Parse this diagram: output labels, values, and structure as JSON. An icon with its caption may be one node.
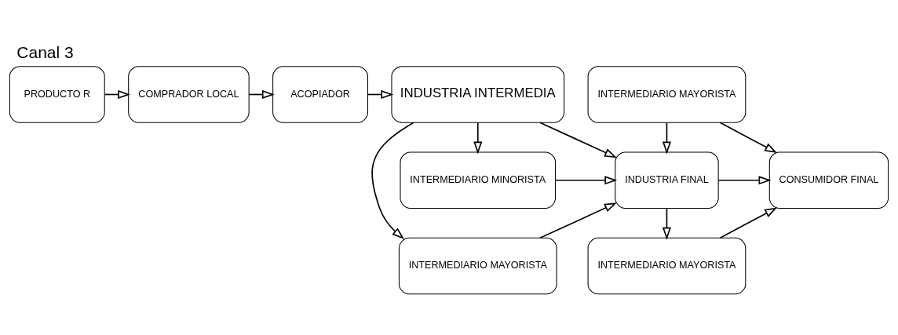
{
  "diagram": {
    "title": "Canal 3",
    "nodes": [
      {
        "text": [
          "INTERMEDIARIO MAYORISTA"
        ]
      },
      {
        "text": [
          "INTERMEDIARIO MAYORISTA"
        ]
      },
      {
        "text": [
          "PRODUCTO R"
        ]
      },
      {
        "text": [
          "COMPRADOR LOCAL"
        ]
      },
      {
        "text": [
          "ACOPIADOR"
        ]
      },
      {
        "text": [
          "INDUSTRIA INTERMEDIA"
        ]
      },
      {
        "text": [
          "INDUSTRIA FINAL"
        ]
      },
      {
        "text": [
          "CONSUMIDOR FINAL"
        ]
      },
      {
        "text": [
          "INTERMEDIARIO MINORISTA"
        ]
      },
      {
        "text": [
          "INTERMEDIARIO MAYORISTA"
        ]
      }
    ],
    "edges": [
      {
        "from": 2,
        "to": 3,
        "arrow": "to"
      },
      {
        "from": 3,
        "to": 4,
        "arrow": "to"
      },
      {
        "from": 4,
        "to": 5,
        "arrow": "to"
      },
      {
        "from": 5,
        "to": 6,
        "arrow": "to"
      },
      {
        "from": 6,
        "to": 7,
        "arrow": "to"
      },
      {
        "from": 5,
        "to": 0,
        "arrow": "to"
      },
      {
        "from": 5,
        "to": 8,
        "arrow": "to"
      },
      {
        "from": 0,
        "to": 6,
        "arrow": "to"
      },
      {
        "from": 8,
        "to": 6,
        "arrow": "to"
      },
      {
        "from": 6,
        "to": 1,
        "arrow": "to"
      },
      {
        "from": 1,
        "to": 7,
        "arrow": "to"
      },
      {
        "from": 9,
        "to": 6,
        "arrow": "to"
      },
      {
        "from": 9,
        "to": 7,
        "arrow": "to"
      }
    ]
  }
}
